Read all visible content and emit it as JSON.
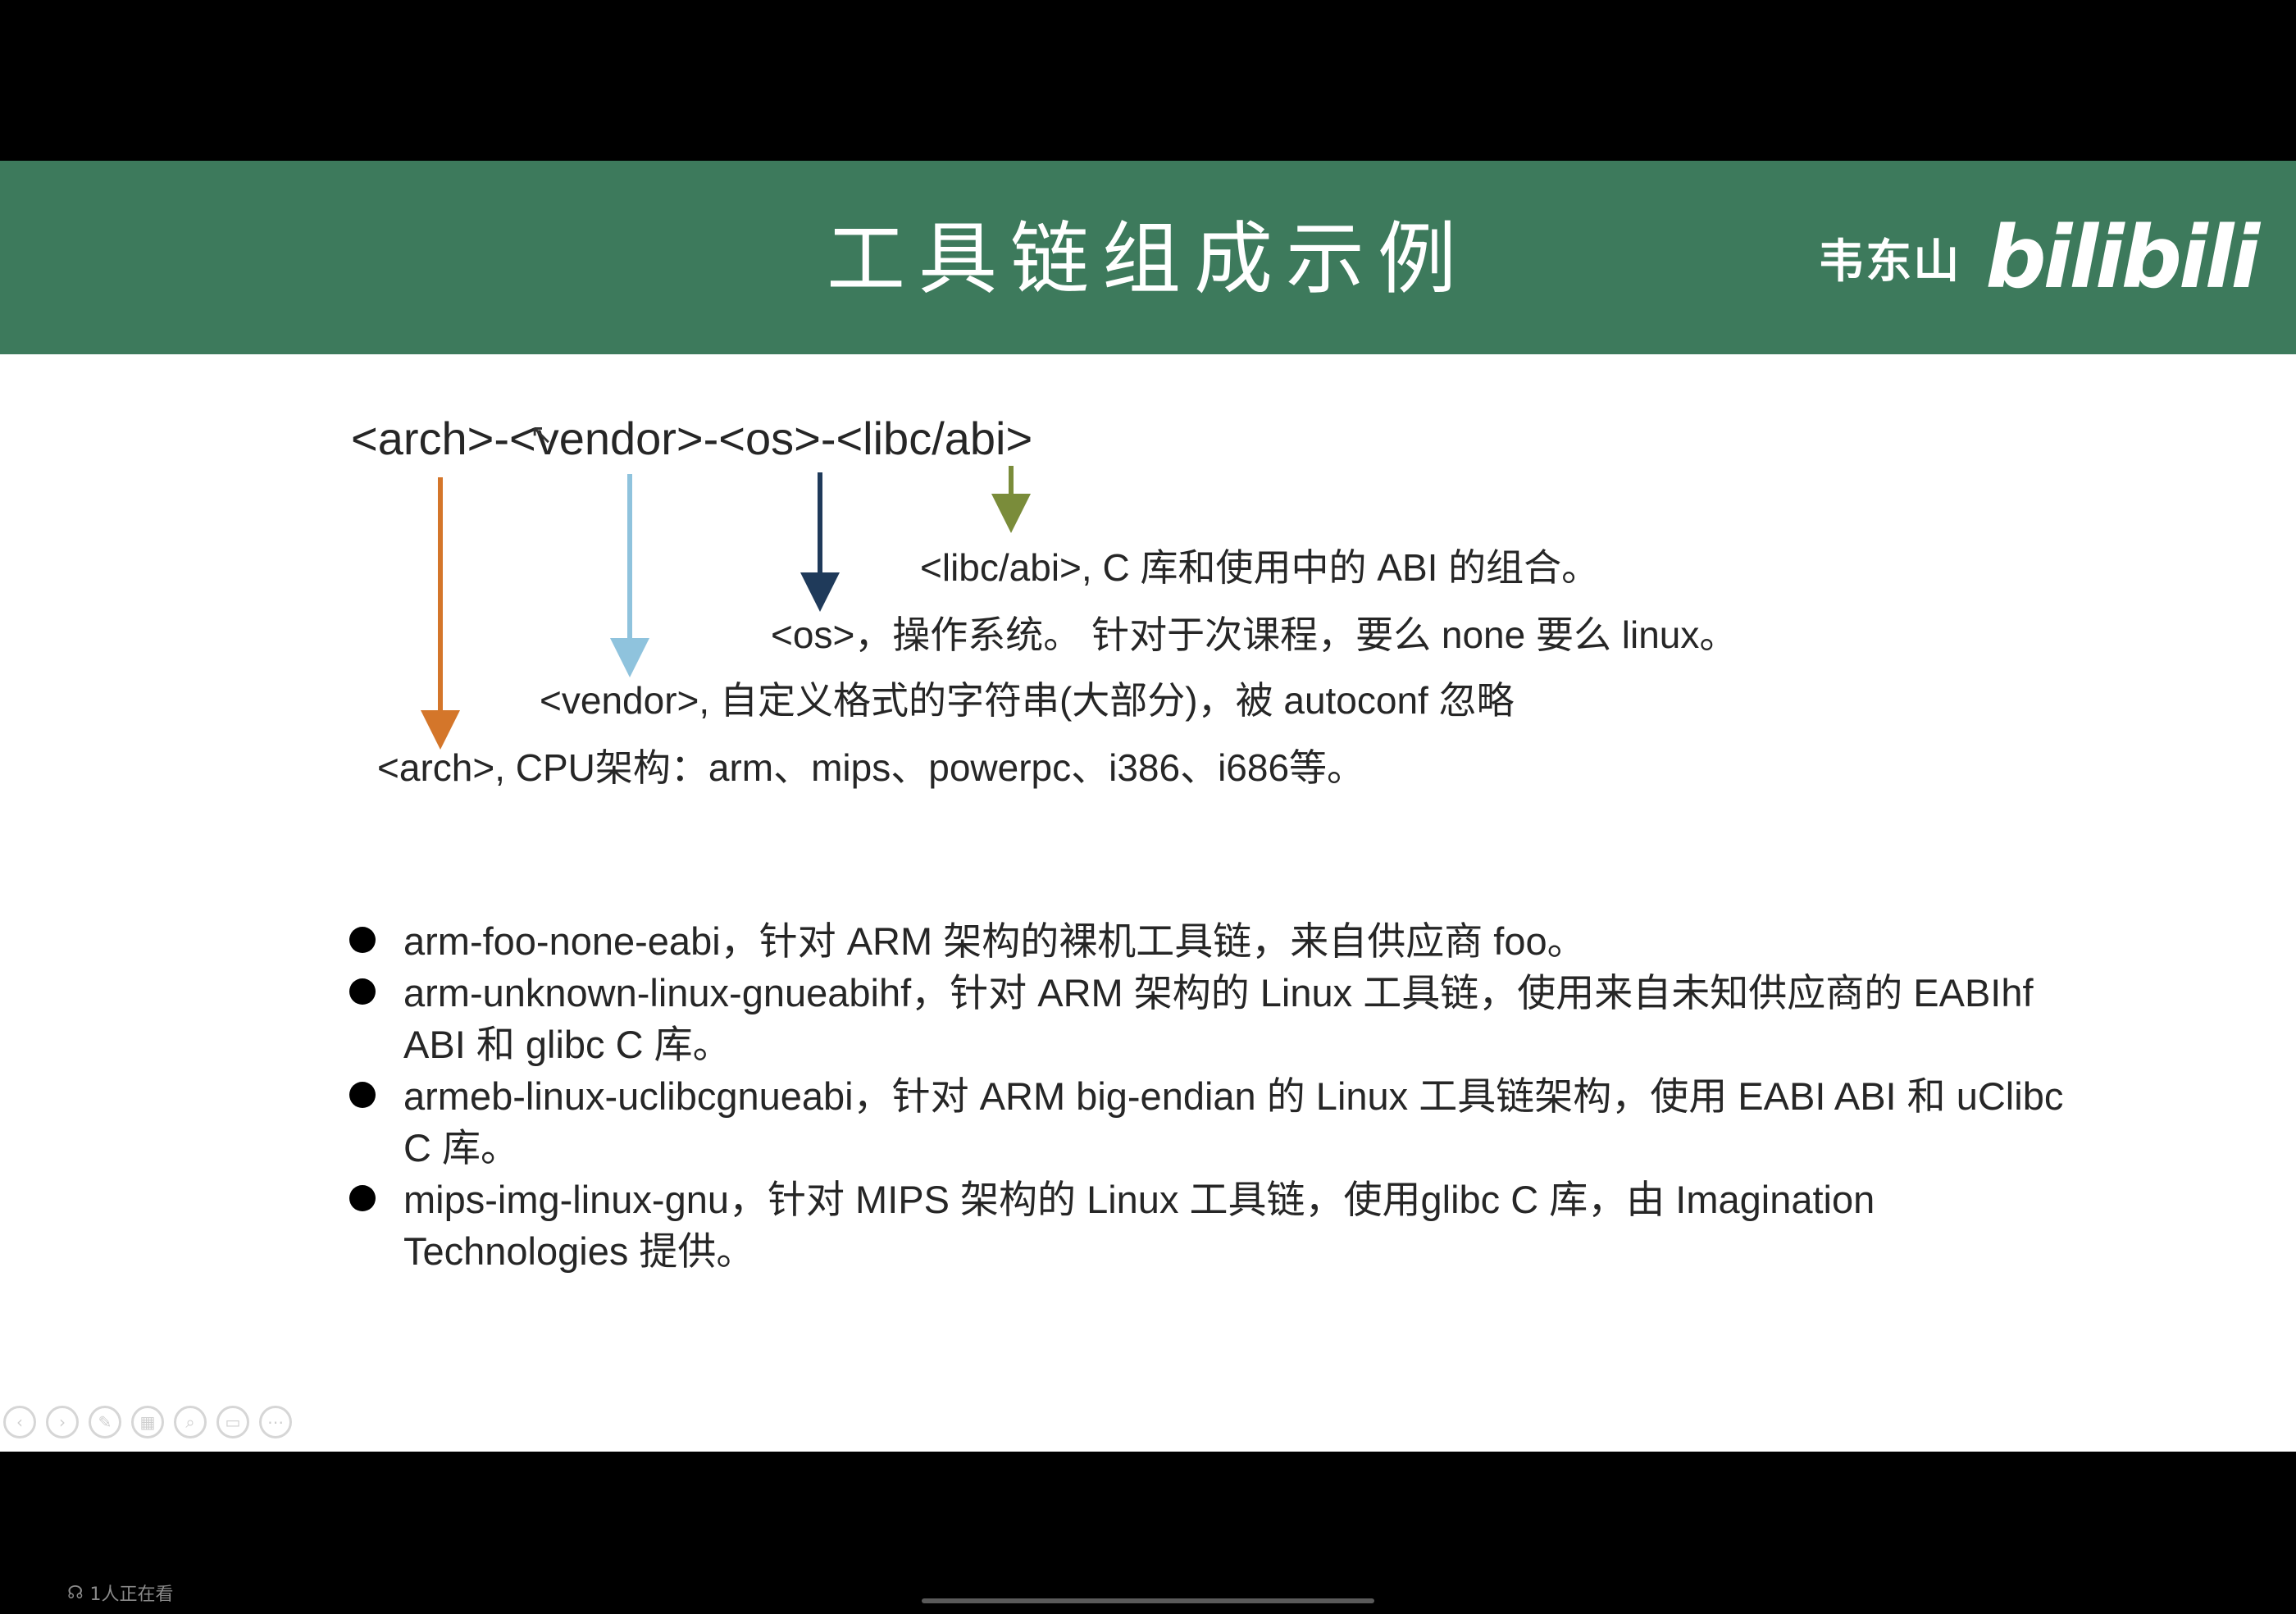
{
  "header": {
    "title": "工具链组成示例",
    "author": "韦东山",
    "logo": "bilibili"
  },
  "pattern": "<arch>-<vendor>-<os>-<libc/abi>",
  "descriptions": {
    "libc": "<libc/abi>, C 库和使用中的 ABI 的组合。",
    "os": "<os>，操作系统。 针对于次课程，要么 none 要么 linux。",
    "vendor": "<vendor>, 自定义格式的字符串(大部分)，被 autoconf 忽略",
    "arch": "<arch>, CPU架构：arm、mips、powerpc、i386、i686等。"
  },
  "arrow_colors": {
    "arch": "#d4762a",
    "vendor": "#8fc3dd",
    "os": "#1f3a5a",
    "libc": "#7a8c3a"
  },
  "examples": [
    "arm-foo-none-eabi，针对 ARM 架构的裸机工具链，来自供应商 foo。",
    "arm-unknown-linux-gnueabihf，针对 ARM 架构的 Linux 工具链，使用来自未知供应商的 EABIhf ABI 和 glibc C 库。",
    "armeb-linux-uclibcgnueabi，针对 ARM big-endian 的 Linux 工具链架构，使用 EABI ABI 和 uClibc C 库。",
    "mips-img-linux-gnu，针对 MIPS 架构的 Linux 工具链，使用glibc C 库，由 Imagination Technologies 提供。"
  ],
  "player": {
    "viewers": "1人正在看",
    "controls": [
      "prev-icon",
      "next-icon",
      "pen-icon",
      "slides-icon",
      "zoom-icon",
      "subtitle-icon",
      "more-icon"
    ]
  }
}
